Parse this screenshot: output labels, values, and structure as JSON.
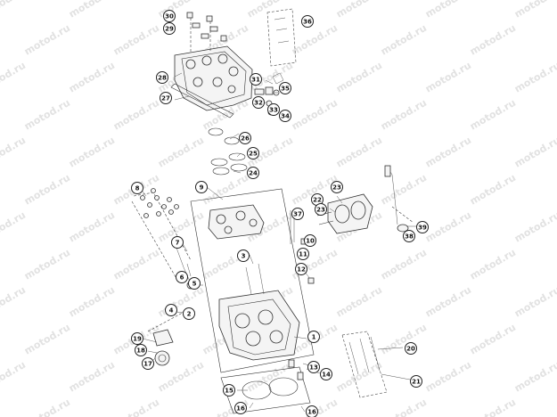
{
  "watermark": "motod.ru",
  "callouts": [
    "1",
    "2",
    "3",
    "4",
    "5",
    "6",
    "7",
    "8",
    "9",
    "10",
    "11",
    "12",
    "13",
    "14",
    "15",
    "16",
    "16",
    "17",
    "18",
    "19",
    "20",
    "21",
    "22",
    "23",
    "23",
    "24",
    "25",
    "26",
    "27",
    "28",
    "29",
    "30",
    "31",
    "32",
    "33",
    "34",
    "35",
    "36",
    "37",
    "38",
    "39"
  ]
}
